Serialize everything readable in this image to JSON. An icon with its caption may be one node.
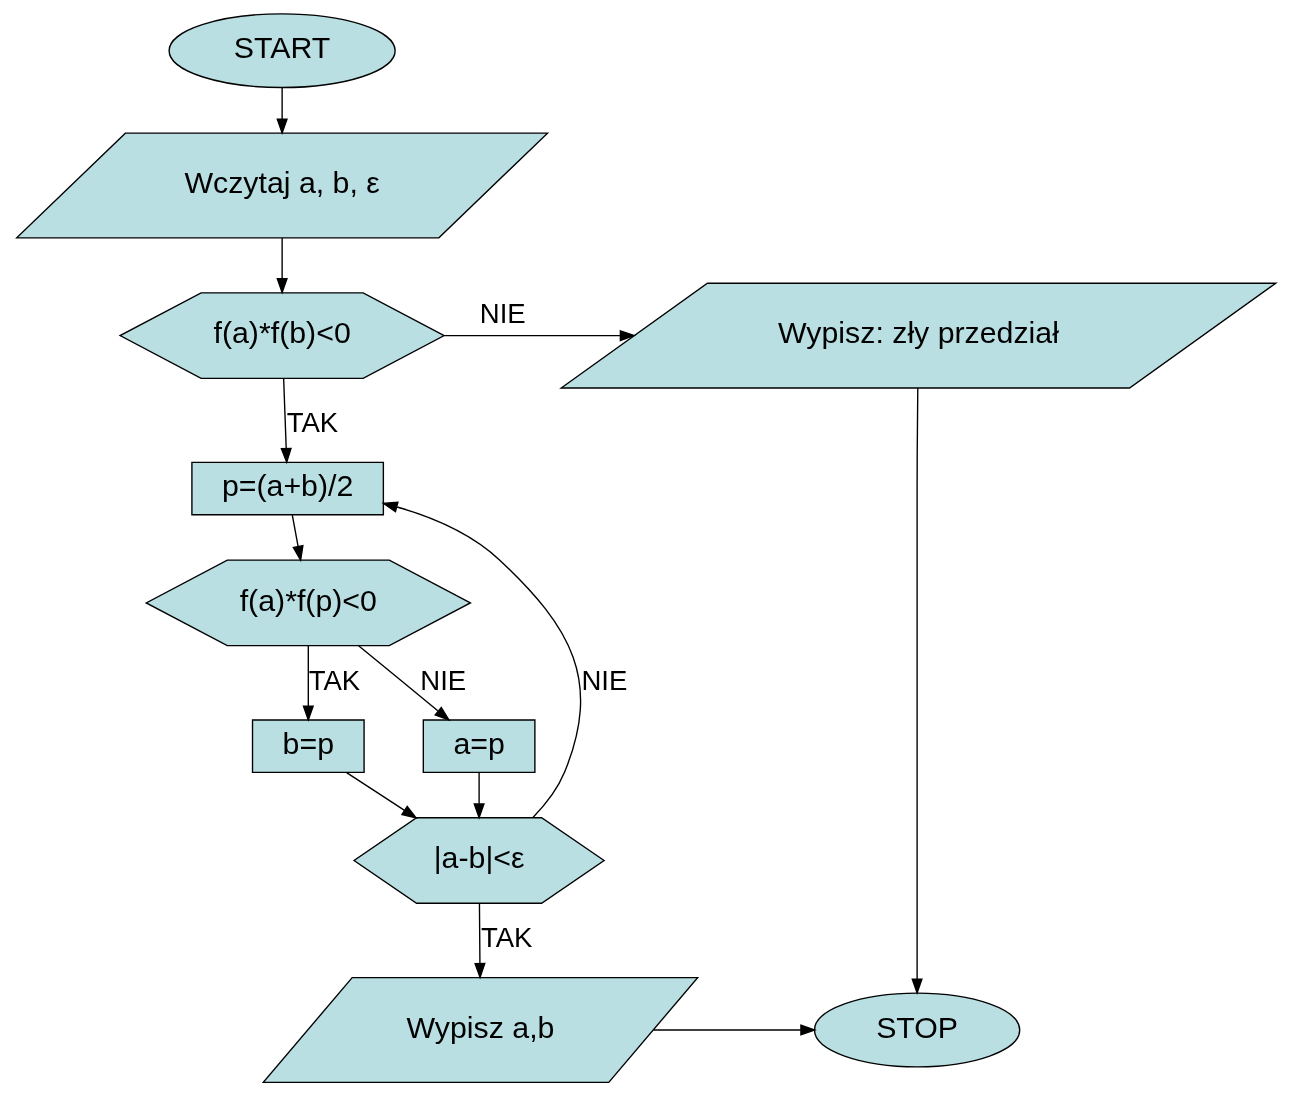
{
  "diagram": {
    "nodes": [
      {
        "text": [
          "START"
        ]
      },
      {
        "text": [
          "Wczytaj a, b, ε"
        ]
      },
      {
        "text": [
          "f(a)*f(b)<0"
        ]
      },
      {
        "text": [
          "Wypisz: zły przedział"
        ]
      },
      {
        "text": [
          "p=(a+b)/2"
        ]
      },
      {
        "text": [
          "f(a)*f(p)<0"
        ]
      },
      {
        "text": [
          "b=p"
        ]
      },
      {
        "text": [
          "a=p"
        ]
      },
      {
        "text": [
          "|a-b|<ε"
        ]
      },
      {
        "text": [
          "Wypisz a,b"
        ]
      },
      {
        "text": [
          "STOP"
        ]
      }
    ],
    "edges": [
      {
        "from": 0,
        "to": 1,
        "arrow": "to"
      },
      {
        "from": 1,
        "to": 2,
        "arrow": "to"
      },
      {
        "from": 2,
        "to": 3,
        "arrow": "to",
        "label": "NIE"
      },
      {
        "from": 2,
        "to": 4,
        "arrow": "to",
        "label": "TAK"
      },
      {
        "from": 4,
        "to": 5,
        "arrow": "to"
      },
      {
        "from": 5,
        "to": 6,
        "arrow": "to",
        "label": "TAK"
      },
      {
        "from": 5,
        "to": 7,
        "arrow": "to",
        "label": "NIE"
      },
      {
        "from": 6,
        "to": 8,
        "arrow": "to"
      },
      {
        "from": 7,
        "to": 8,
        "arrow": "to"
      },
      {
        "from": 8,
        "to": 4,
        "arrow": "to",
        "label": "NIE"
      },
      {
        "from": 8,
        "to": 9,
        "arrow": "to",
        "label": "TAK"
      },
      {
        "from": 3,
        "to": 10,
        "arrow": "to"
      },
      {
        "from": 9,
        "to": 10,
        "arrow": "to"
      }
    ]
  }
}
